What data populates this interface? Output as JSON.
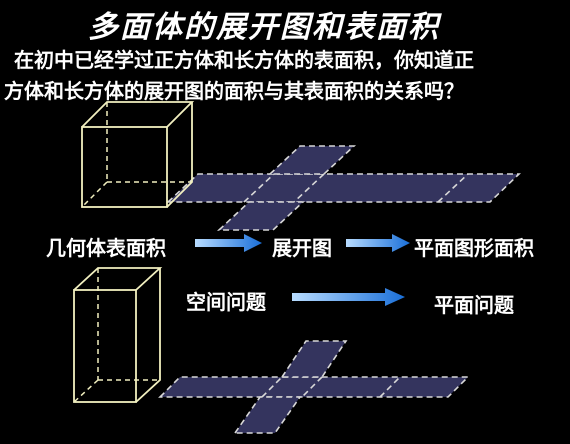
{
  "title": "多面体的展开图和表面积",
  "intro": {
    "line1": "在初中已经学过正方体和长方体的表面积，你知道正",
    "line2": "方体和长方体的展开图的面积与其表面积的关系吗？"
  },
  "flow_top": {
    "step1": "几何体表面积",
    "step2": "展开图",
    "step3": "平面图形面积"
  },
  "flow_bottom": {
    "step1": "空间问题",
    "step2": "平面问题"
  },
  "colors": {
    "background": "#000000",
    "text": "#ffffff",
    "solid_edge": "#f2f0c0",
    "net_fill": "#34345e",
    "net_dash": "#d8d8d8",
    "arrow_light": "#b8dcff",
    "arrow_dark": "#1a6fd8"
  }
}
